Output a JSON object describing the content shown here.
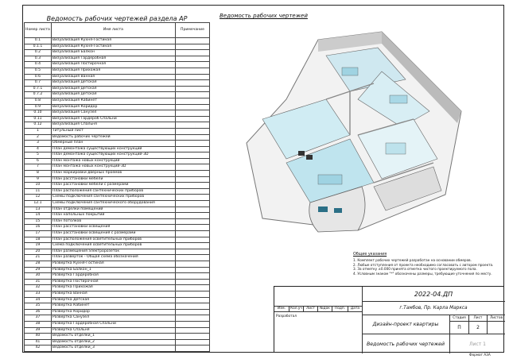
{
  "sheet_list": {
    "title": "Ведомость рабочих чертежей раздела АР",
    "headers": {
      "num": "Номер листа",
      "name": "Имя листа",
      "note": "Примечание"
    },
    "rows": [
      {
        "num": "0.1",
        "name": "Визуализация Кухня-Гостиная"
      },
      {
        "num": "0.1.1",
        "name": "Визуализация Кухня-Гостиная"
      },
      {
        "num": "0.2",
        "name": "Визуализация Балкон"
      },
      {
        "num": "0.3",
        "name": "Визуализация Гардеробная"
      },
      {
        "num": "0.4",
        "name": "Визуализация Постирочная"
      },
      {
        "num": "0.5",
        "name": "Визуализация Прихожая"
      },
      {
        "num": "0.6",
        "name": "Визуализация Ванная"
      },
      {
        "num": "0.7",
        "name": "Визуализация Детская"
      },
      {
        "num": "0.7.1",
        "name": "Визуализация Детская"
      },
      {
        "num": "0.7.2",
        "name": "Визуализация Детская"
      },
      {
        "num": "0.8",
        "name": "Визуализация Кабинет"
      },
      {
        "num": "0.9",
        "name": "Визуализация Коридор"
      },
      {
        "num": "0.10",
        "name": "Визуализация Санузел"
      },
      {
        "num": "0.11",
        "name": "Визуализация Гардероб Спальни"
      },
      {
        "num": "0.12",
        "name": "Визуализация Спальня"
      },
      {
        "num": "1",
        "name": "Титульный лист"
      },
      {
        "num": "2",
        "name": "Ведомость рабочих чертежей"
      },
      {
        "num": "3",
        "name": "Обмерный план"
      },
      {
        "num": "4",
        "name": "План демонтажа существующих конструкций"
      },
      {
        "num": "5",
        "name": "План демонтажа существующих конструкций-3D"
      },
      {
        "num": "6",
        "name": "План монтажа новых конструкций"
      },
      {
        "num": "7",
        "name": "План монтажа новых конструкций-3D"
      },
      {
        "num": "8",
        "name": "План маркировки дверных проемов"
      },
      {
        "num": "9",
        "name": "План расстановки мебели"
      },
      {
        "num": "10",
        "name": "План расстановки мебели с размерами"
      },
      {
        "num": "11",
        "name": "План расположения сантехнических приборов"
      },
      {
        "num": "12",
        "name": "Схемы подключения сантехнических приборов"
      },
      {
        "num": "12.1",
        "name": "Схемы подключения сантехнического оборудования"
      },
      {
        "num": "13",
        "name": "План отделки помещений"
      },
      {
        "num": "14",
        "name": "План напольных покрытий"
      },
      {
        "num": "15",
        "name": "План потолков"
      },
      {
        "num": "16",
        "name": "План расстановки освещения"
      },
      {
        "num": "17",
        "name": "План расстановки освещения с размерами"
      },
      {
        "num": "18",
        "name": "План расположения осветительных приборов"
      },
      {
        "num": "19",
        "name": "Схема подключения осветительных приборов"
      },
      {
        "num": "20",
        "name": "План размещения электророзеток"
      },
      {
        "num": "21",
        "name": "План разверток - Общая схема обозначения"
      },
      {
        "num": "28",
        "name": "Развертка Кухня-Гостиная"
      },
      {
        "num": "29",
        "name": "Развертка Балкон_1"
      },
      {
        "num": "30",
        "name": "Развертка Гардеробная"
      },
      {
        "num": "31",
        "name": "Развертка Постирочная"
      },
      {
        "num": "32",
        "name": "Развертка Прихожая"
      },
      {
        "num": "33",
        "name": "Развертка Ванная"
      },
      {
        "num": "34",
        "name": "Развертка Детская"
      },
      {
        "num": "35",
        "name": "Развертка Кабинет"
      },
      {
        "num": "36",
        "name": "Развертка Коридор"
      },
      {
        "num": "37",
        "name": "Развертка Санузел"
      },
      {
        "num": "38",
        "name": "Развертка Гардеробная Спальни"
      },
      {
        "num": "39",
        "name": "Развертка Спальня"
      },
      {
        "num": "40",
        "name": "Ведомость отделки_1"
      },
      {
        "num": "41",
        "name": "Ведомость отделки_2"
      },
      {
        "num": "42",
        "name": "Ведомость отделки_3"
      }
    ]
  },
  "plan": {
    "title": "Ведомость рабочих чертежей"
  },
  "notes": {
    "heading": "Общие указания",
    "items": [
      "1. Комплект рабочих чертежей разработан на основании обмеров.",
      "2. Любые отступления от проекта необходимо согласовать с автором проекта.",
      "3. За отметку ±0.000 принята отметка чистого проектируемого пола.",
      "4. Условным знаком \"*\" обозначены размеры, требующие уточнения по месту."
    ]
  },
  "stamp": {
    "code": "2022-04.ДП",
    "address": "г.Тамбов, Пр. Карла Маркса",
    "project": "Дизайн-проект квартиры",
    "sheet_title": "Ведомость рабочих чертежей",
    "cols": [
      "Изм.",
      "Кол.уч",
      "Лист",
      "№док",
      "Подп.",
      "Дата"
    ],
    "role": "Разработал",
    "stage_label": "Стадия",
    "sheet_label": "Лист",
    "sheets_label": "Листов",
    "stage": "П",
    "sheet": "2",
    "sheet_count_note": "Лист 1"
  },
  "format": "Формат А3А"
}
